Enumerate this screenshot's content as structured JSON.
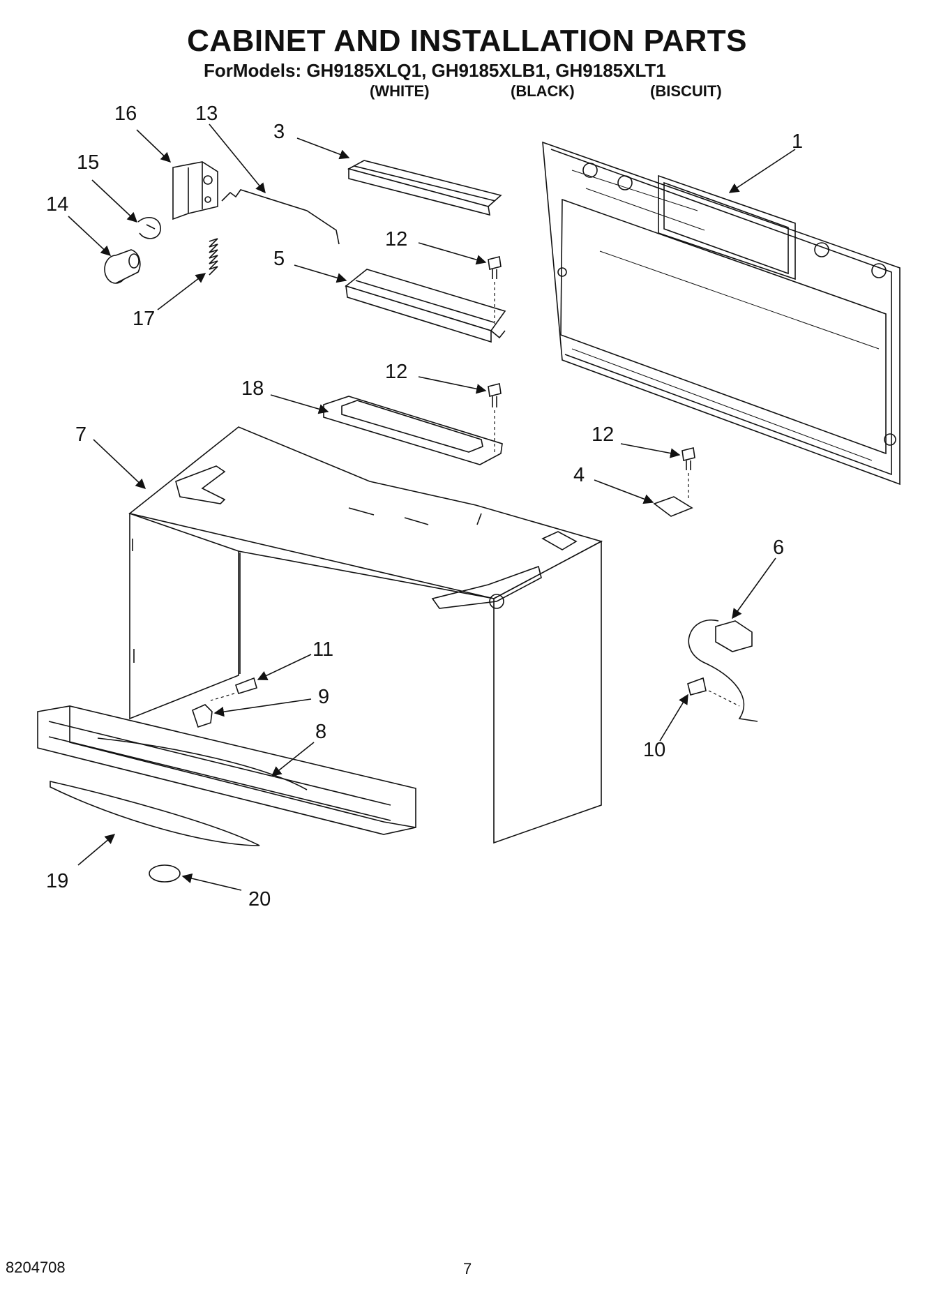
{
  "header": {
    "title": "CABINET AND INSTALLATION PARTS",
    "models": "ForModels: GH9185XLQ1, GH9185XLB1, GH9185XLT1",
    "colors": [
      "(WHITE)",
      "(BLACK)",
      "(BISCUIT)"
    ]
  },
  "callouts": [
    "16",
    "13",
    "3",
    "1",
    "15",
    "14",
    "12",
    "5",
    "17",
    "12",
    "18",
    "7",
    "12",
    "4",
    "6",
    "11",
    "9",
    "8",
    "10",
    "19",
    "20"
  ],
  "footer": {
    "doc_number": "8204708",
    "page_number": "7"
  }
}
